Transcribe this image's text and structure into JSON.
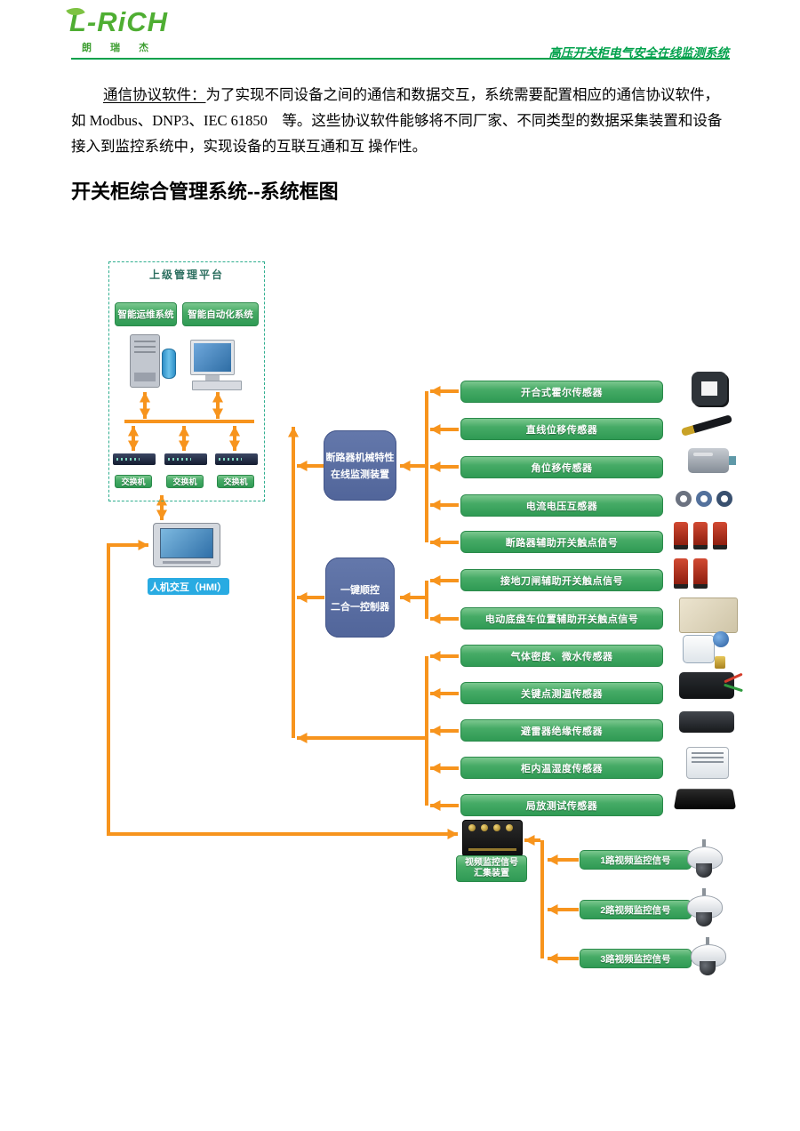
{
  "colors": {
    "brand_green": "#00A14B",
    "button_green": "#3FA958",
    "arrow_orange": "#F7941D",
    "controller_blue": "#51659A",
    "hmi_label_blue": "#29ABE2"
  },
  "header": {
    "logo_main": "L-RiCH",
    "logo_sub": "朗 瑞 杰",
    "doc_title": "高压开关柜电气安全在线监测系统"
  },
  "intro": {
    "lead": "通信协议软件：",
    "text": "为了实现不同设备之间的通信和数据交互，系统需要配置相应的通信协议软件，如 Modbus、DNP3、IEC 61850　等。这些协议软件能够将不同厂家、不同类型的数据采集装置和设备接入到监控系统中，实现设备的互联互通和互 操作性。"
  },
  "section_title": "开关柜综合管理系统--系统框图",
  "diagram": {
    "platform": {
      "title": "上级管理平台",
      "system_buttons": [
        "智能运维系统",
        "智能自动化系统"
      ],
      "switch_labels": [
        "交换机",
        "交换机",
        "交换机"
      ]
    },
    "hmi_label": "人机交互（HMI）",
    "controllers": [
      {
        "line1": "断路器机械特性",
        "line2": "在线监测装置"
      },
      {
        "line1": "一键顺控",
        "line2": "二合一控制器"
      }
    ],
    "sensors": [
      "开合式霍尔传感器",
      "直线位移传感器",
      "角位移传感器",
      "电流电压互感器",
      "断路器辅助开关触点信号",
      "接地刀闸辅助开关触点信号",
      "电动底盘车位置辅助开关触点信号",
      "气体密度、微水传感器",
      "关键点测温传感器",
      "避雷器绝缘传感器",
      "柜内温湿度传感器",
      "局放测试传感器"
    ],
    "video": {
      "collector_line1": "视频监控信号",
      "collector_line2": "汇集装置",
      "channels": [
        "1路视频监控信号",
        "2路视频监控信号",
        "3路视频监控信号"
      ]
    }
  }
}
